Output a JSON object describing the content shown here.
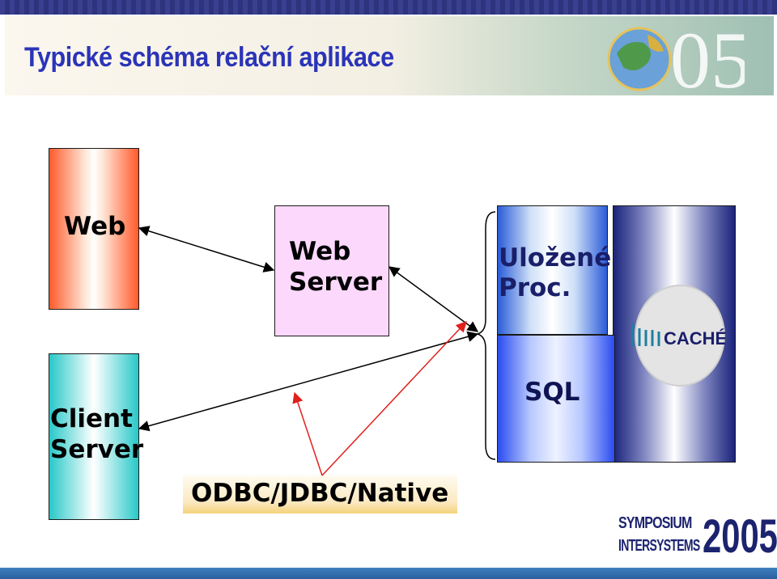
{
  "slide": {
    "title": "Typické schéma relační aplikace",
    "colors": {
      "title": "#2b34b8",
      "accent_red": "#e0201a"
    }
  },
  "boxes": {
    "web": {
      "label": "Web"
    },
    "web_server": {
      "line1": "Web",
      "line2": "Server"
    },
    "client_server": {
      "line1": "Client",
      "line2": "Server"
    },
    "stored_proc": {
      "line1": "Uložené",
      "line2": "Proc."
    },
    "sql": {
      "label": "SQL"
    },
    "cache": {
      "logo_text": "CACHÉ"
    }
  },
  "connector": {
    "label": "ODBC/JDBC/Native"
  },
  "branding": {
    "logo_05": "05",
    "symposium_line1": "SYMPOSIUM",
    "symposium_line2": "INTERSYSTEMS",
    "year": "2005"
  }
}
